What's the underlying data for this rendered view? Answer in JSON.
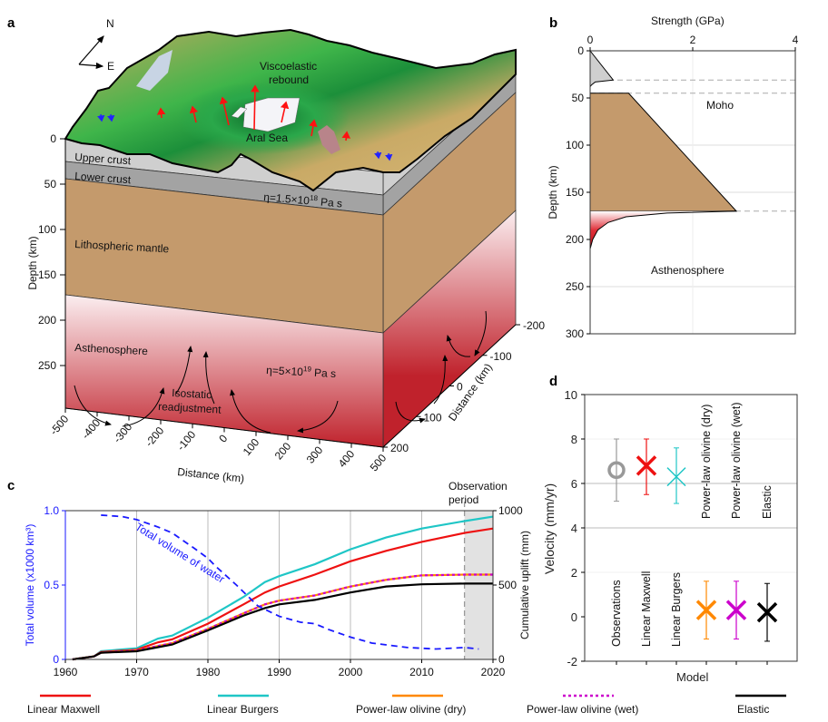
{
  "panels": {
    "a": "a",
    "b": "b",
    "c": "c",
    "d": "d"
  },
  "panel_a": {
    "compass_n": "N",
    "compass_e": "E",
    "rebound_line1": "Viscoelastic",
    "rebound_line2": "rebound",
    "aral_sea": "Aral Sea",
    "upper_crust": "Upper crust",
    "lower_crust": "Lower crust",
    "lith_mantle": "Lithospheric mantle",
    "asthenosphere": "Asthenosphere",
    "eta_crust_base": "η=1.5×10",
    "eta_crust_exp": "18",
    "eta_crust_unit": " Pa s",
    "eta_asth_base": "η=5×10",
    "eta_asth_exp": "19",
    "eta_asth_unit": " Pa s",
    "isostatic_line1": "Isostatic",
    "isostatic_line2": "readjustment",
    "depth_label": "Depth (km)",
    "depth_ticks": [
      "0",
      "50",
      "100",
      "150",
      "200",
      "250"
    ],
    "x_label": "Distance (km)",
    "x_ticks": [
      "-500",
      "-400",
      "-300",
      "-200",
      "-100",
      "0",
      "100",
      "200",
      "300",
      "400",
      "500"
    ],
    "y_label": "Distance (km)",
    "y_ticks": [
      "-200",
      "-100",
      "0",
      "100",
      "200"
    ],
    "colors": {
      "upper_crust": "#cfcfcf",
      "lower_crust": "#a3a3a3",
      "mantle": "#c49a6c",
      "asth_top": "#fbeef0",
      "asth_bottom": "#c0222c"
    }
  },
  "chart_data": [
    {
      "id": "b",
      "type": "area",
      "title": "Strength (GPa)",
      "xlabel": "Strength (GPa)",
      "ylabel": "Depth (km)",
      "xlim": [
        0,
        4
      ],
      "ylim": [
        300,
        0
      ],
      "xticks": [
        "0",
        "2",
        "4"
      ],
      "yticks": [
        "0",
        "50",
        "100",
        "150",
        "200",
        "250",
        "300"
      ],
      "upper_crust": {
        "depth": [
          0,
          31,
          33,
          36,
          38
        ],
        "strength": [
          0,
          0.45,
          0.1,
          0.03,
          0
        ]
      },
      "mantle": {
        "depth": [
          45,
          170
        ],
        "strength_top": 0.75,
        "strength_bottom": 2.85
      },
      "asthenosphere": {
        "depth": [
          170,
          172,
          176,
          182,
          190,
          200,
          210
        ],
        "strength": [
          2.85,
          1.5,
          0.7,
          0.35,
          0.15,
          0.05,
          0
        ]
      },
      "dashed_depths": [
        31,
        45,
        170
      ],
      "annotations": [
        "Moho",
        "Asthenosphere"
      ]
    },
    {
      "id": "c",
      "type": "line",
      "xlabel": "",
      "ylabel_left": "Total volume (x1000 km³)",
      "ylabel_right": "Cumulative uplift (mm)",
      "xlim": [
        1960,
        2020
      ],
      "ylim_left": [
        0,
        1.0
      ],
      "ylim_right": [
        0,
        1000
      ],
      "xticks": [
        "1960",
        "1970",
        "1980",
        "1990",
        "2000",
        "2010",
        "2020"
      ],
      "yticks_left": [
        "0",
        "0.5",
        "1.0"
      ],
      "yticks_right": [
        "0",
        "500",
        "1000"
      ],
      "observation_period": [
        2016,
        2020
      ],
      "observation_label_1": "Observation",
      "observation_label_2": "period",
      "water_annotation": "Total volume of water",
      "water": {
        "x": [
          1965,
          1968,
          1970,
          1973,
          1975,
          1978,
          1980,
          1981,
          1984,
          1987,
          1990,
          1993,
          1995,
          1997,
          2000,
          2003,
          2008,
          2012,
          2016,
          2018
        ],
        "y": [
          0.97,
          0.96,
          0.94,
          0.89,
          0.85,
          0.75,
          0.68,
          0.63,
          0.5,
          0.36,
          0.29,
          0.25,
          0.24,
          0.2,
          0.15,
          0.11,
          0.08,
          0.07,
          0.08,
          0.07
        ],
        "color": "#1a1aff"
      },
      "series": [
        {
          "name": "Linear Burgers",
          "color": "#1fc6c6",
          "dash": false,
          "x": [
            1961,
            1964,
            1965,
            1970,
            1973,
            1975,
            1980,
            1985,
            1988,
            1990,
            1995,
            2000,
            2005,
            2010,
            2016,
            2020
          ],
          "y": [
            0,
            20,
            55,
            75,
            140,
            160,
            280,
            420,
            520,
            560,
            640,
            740,
            820,
            880,
            930,
            960
          ]
        },
        {
          "name": "Linear Maxwell",
          "color": "#ee1111",
          "dash": false,
          "x": [
            1961,
            1964,
            1965,
            1970,
            1973,
            1975,
            1980,
            1985,
            1988,
            1990,
            1995,
            2000,
            2005,
            2010,
            2016,
            2020
          ],
          "y": [
            0,
            20,
            50,
            65,
            115,
            135,
            240,
            370,
            450,
            490,
            570,
            660,
            730,
            790,
            850,
            880
          ]
        },
        {
          "name": "Power-law olivine (dry)",
          "color": "#ff8800",
          "dash": false,
          "x": [
            1961,
            1964,
            1965,
            1970,
            1975,
            1980,
            1985,
            1988,
            1990,
            1995,
            2000,
            2005,
            2010,
            2016,
            2020
          ],
          "y": [
            0,
            20,
            45,
            60,
            110,
            205,
            310,
            370,
            395,
            430,
            490,
            535,
            565,
            570,
            570
          ]
        },
        {
          "name": "Power-law olivine (wet)",
          "color": "#cc00cc",
          "dash": true,
          "x": [
            1961,
            1964,
            1965,
            1970,
            1975,
            1980,
            1985,
            1988,
            1990,
            1995,
            2000,
            2005,
            2010,
            2016,
            2020
          ],
          "y": [
            0,
            20,
            45,
            60,
            110,
            205,
            310,
            370,
            395,
            430,
            490,
            535,
            565,
            570,
            570
          ]
        },
        {
          "name": "Elastic",
          "color": "#000000",
          "dash": false,
          "x": [
            1961,
            1964,
            1965,
            1970,
            1975,
            1980,
            1985,
            1988,
            1990,
            1995,
            2000,
            2005,
            2010,
            2016,
            2020
          ],
          "y": [
            0,
            20,
            45,
            55,
            100,
            195,
            295,
            345,
            370,
            400,
            450,
            490,
            505,
            510,
            510
          ]
        }
      ]
    },
    {
      "id": "d",
      "type": "scatter",
      "xlabel": "Model",
      "ylabel": "Velocity (mm/yr)",
      "ylim": [
        -2,
        10
      ],
      "yticks": [
        "-2",
        "0",
        "2",
        "4",
        "6",
        "8",
        "10"
      ],
      "categories": [
        "Observations",
        "Linear Maxwell",
        "Linear Burgers",
        "Power-law olivine (dry)",
        "Power-law olivine (wet)",
        "Elastic"
      ],
      "values": [
        6.6,
        6.8,
        6.3,
        0.3,
        0.3,
        0.2
      ],
      "err_low": [
        5.2,
        5.5,
        5.1,
        -1.0,
        -1.0,
        -1.1
      ],
      "err_high": [
        8.0,
        8.0,
        7.6,
        1.6,
        1.6,
        1.5
      ],
      "markers": [
        "circle",
        "x",
        "x",
        "x",
        "x",
        "x"
      ],
      "colors": [
        "#999999",
        "#ee1111",
        "#1fc6c6",
        "#ff8800",
        "#cc00cc",
        "#000000"
      ]
    }
  ],
  "legend": [
    {
      "label": "Linear Maxwell",
      "color": "#ee1111",
      "dash": false
    },
    {
      "label": "Linear Burgers",
      "color": "#1fc6c6",
      "dash": false
    },
    {
      "label": "Power-law olivine (dry)",
      "color": "#ff8800",
      "dash": false
    },
    {
      "label": "Power-law olivine (wet)",
      "color": "#cc00cc",
      "dash": true
    },
    {
      "label": "Elastic",
      "color": "#000000",
      "dash": false
    }
  ]
}
